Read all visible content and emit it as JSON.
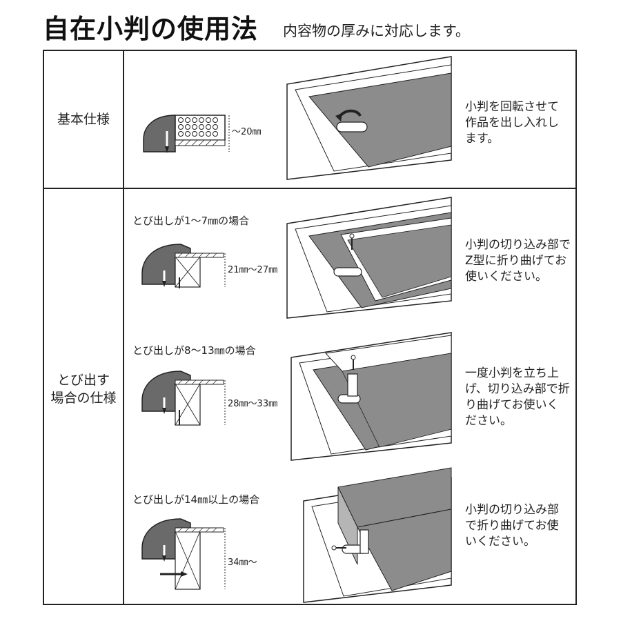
{
  "header": {
    "title": "自在小判の使用法",
    "subtitle": "内容物の厚みに対応します。"
  },
  "rows": {
    "basic": {
      "label": "基本仕様",
      "dimension": "〜20㎜",
      "description": "小判を回転させて\n作品を出し入れし\nます。"
    },
    "protrude": {
      "label_line1": "とび出す",
      "label_line2": "場合の仕様",
      "cases": [
        {
          "title": "とび出しが1〜7㎜の場合",
          "dimension": "21㎜〜27㎜",
          "description": "小判の切り込み部で\nZ型に折り曲げてお\n使いください。"
        },
        {
          "title": "とび出しが8〜13㎜の場合",
          "dimension": "28㎜〜33㎜",
          "description": "一度小判を立ち上\nげ、切り込み部で折\nり曲げてお使いく\nださい。"
        },
        {
          "title": "とび出しが14㎜以上の場合",
          "dimension": "34㎜〜",
          "description": "小判の切り込み部\nで折り曲げてお使\nいください。"
        }
      ]
    }
  },
  "colors": {
    "frame_gray": "#6a6a6a",
    "panel_gray": "#8c8c8c",
    "line": "#222222"
  }
}
